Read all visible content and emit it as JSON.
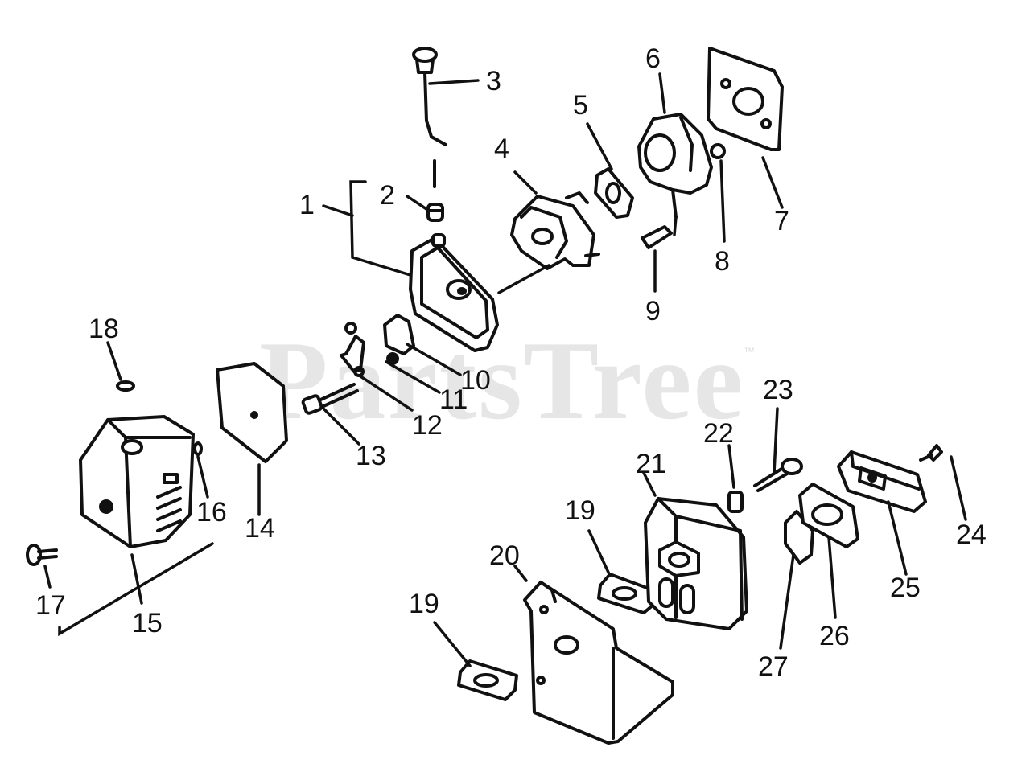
{
  "watermark": {
    "text": "PartsTree",
    "tm": "™"
  },
  "callouts": [
    {
      "id": "c1",
      "label": "1"
    },
    {
      "id": "c2",
      "label": "2"
    },
    {
      "id": "c3",
      "label": "3"
    },
    {
      "id": "c4",
      "label": "4"
    },
    {
      "id": "c5",
      "label": "5"
    },
    {
      "id": "c6",
      "label": "6"
    },
    {
      "id": "c7",
      "label": "7"
    },
    {
      "id": "c8",
      "label": "8"
    },
    {
      "id": "c9",
      "label": "9"
    },
    {
      "id": "c10",
      "label": "10"
    },
    {
      "id": "c11",
      "label": "11"
    },
    {
      "id": "c12",
      "label": "12"
    },
    {
      "id": "c13",
      "label": "13"
    },
    {
      "id": "c14",
      "label": "14"
    },
    {
      "id": "c15",
      "label": "15"
    },
    {
      "id": "c16",
      "label": "16"
    },
    {
      "id": "c17",
      "label": "17"
    },
    {
      "id": "c18",
      "label": "18"
    },
    {
      "id": "c19a",
      "label": "19"
    },
    {
      "id": "c19b",
      "label": "19"
    },
    {
      "id": "c20",
      "label": "20"
    },
    {
      "id": "c21",
      "label": "21"
    },
    {
      "id": "c22",
      "label": "22"
    },
    {
      "id": "c23",
      "label": "23"
    },
    {
      "id": "c24",
      "label": "24"
    },
    {
      "id": "c25",
      "label": "25"
    },
    {
      "id": "c26",
      "label": "26"
    },
    {
      "id": "c27",
      "label": "27"
    }
  ]
}
